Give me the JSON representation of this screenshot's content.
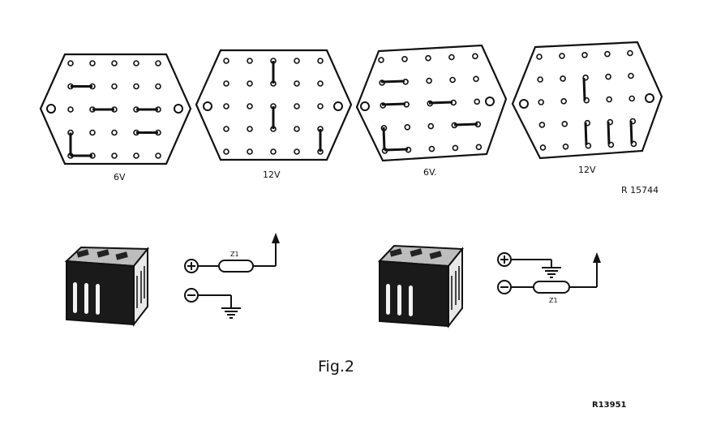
{
  "panels": [
    {
      "label": "6V"
    },
    {
      "label": "12V"
    },
    {
      "label": "6V."
    },
    {
      "label": "12V"
    }
  ],
  "panel_reference": "R 15744",
  "circuits": [
    {
      "resistor_label": "Z1",
      "plus_symbol": "+",
      "minus_symbol": "−"
    },
    {
      "resistor_label": "Z1",
      "plus_symbol": "+",
      "minus_symbol": "−"
    }
  ],
  "figure_caption": "Fig.2",
  "drawing_reference": "R13951"
}
